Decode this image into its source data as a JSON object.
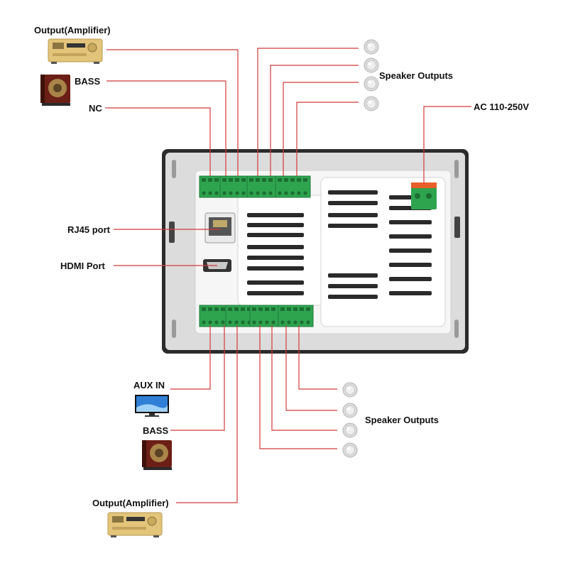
{
  "labels": {
    "output_amplifier_top": "Output(Amplifier)",
    "bass_top": "BASS",
    "nc": "NC",
    "speaker_outputs_top": "Speaker Outputs",
    "ac_power": "AC 110-250V",
    "rj45_port": "RJ45 port",
    "hdmi_port": "HDMI Port",
    "aux_in": "AUX IN",
    "bass_bottom": "BASS",
    "speaker_outputs_bottom": "Speaker Outputs",
    "output_amplifier_bottom": "Output(Amplifier)"
  },
  "icons": {
    "amplifier": "amplifier-icon",
    "subwoofer": "subwoofer-icon",
    "ceiling_speaker": "ceiling-speaker-icon",
    "monitor": "monitor-icon",
    "rj45": "rj45-port-icon",
    "hdmi": "hdmi-port-icon"
  },
  "colors": {
    "wire": "#d23a3a",
    "terminal_green": "#2fa44f",
    "panel_frame": "#2b2b2b",
    "panel_body": "#e9e9e9"
  }
}
